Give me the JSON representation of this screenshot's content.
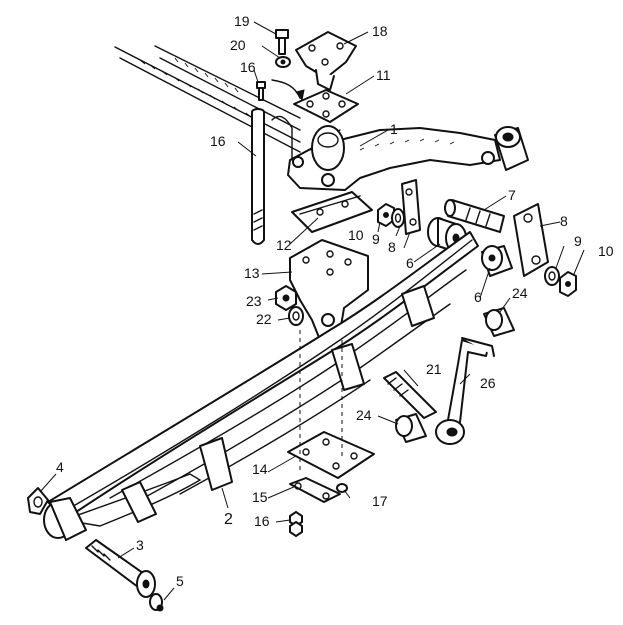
{
  "callouts": {
    "c1": "1",
    "c2": "2",
    "c3": "3",
    "c4": "4",
    "c5": "5",
    "c6a": "6",
    "c6b": "6",
    "c7": "7",
    "c8a": "8",
    "c8b": "8",
    "c9a": "9",
    "c9b": "9",
    "c10a": "10",
    "c10b": "10",
    "c11": "11",
    "c12": "12",
    "c13": "13",
    "c14": "14",
    "c15": "15",
    "c16a": "16",
    "c16b": "16",
    "c16c": "16",
    "c17": "17",
    "c18": "18",
    "c19": "19",
    "c20": "20",
    "c21": "21",
    "c22": "22",
    "c23": "23",
    "c24a": "24",
    "c24b": "24",
    "c26": "26"
  }
}
